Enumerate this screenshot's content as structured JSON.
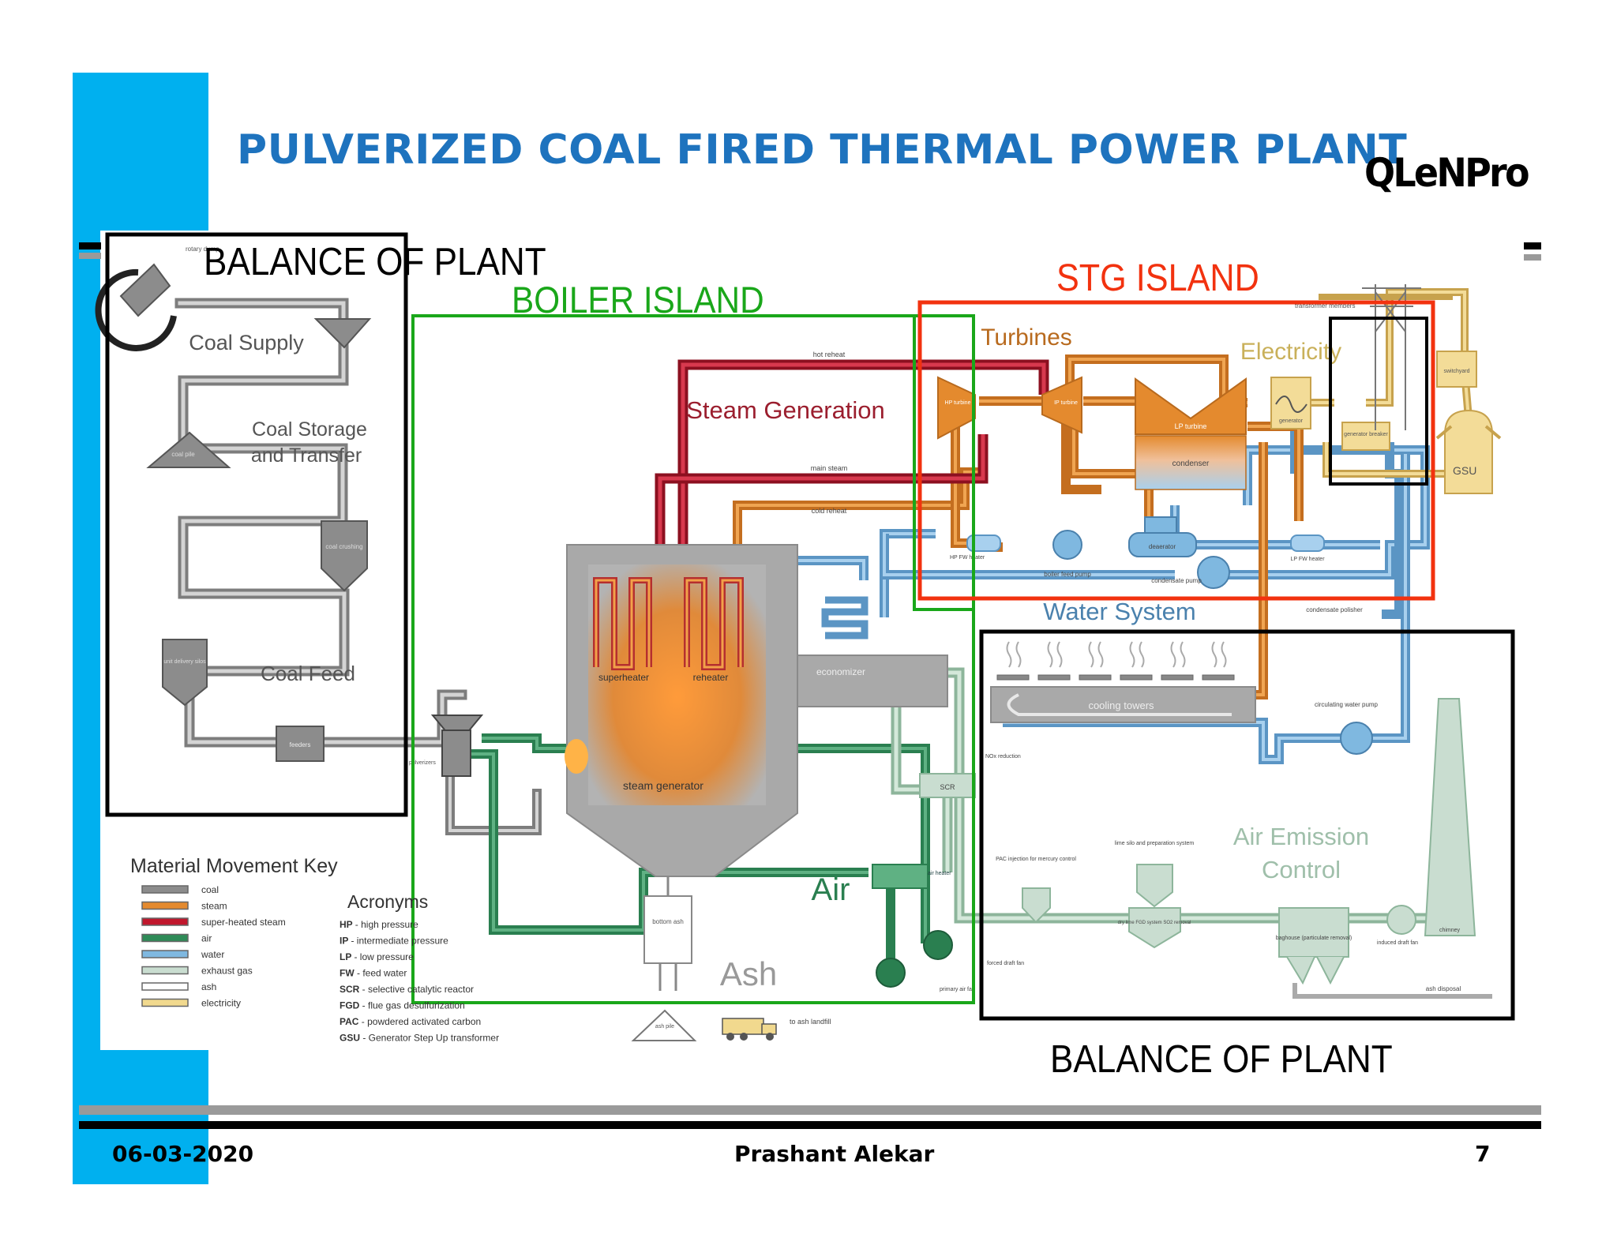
{
  "slide": {
    "title": "PULVERIZED COAL FIRED THERMAL POWER PLANT",
    "logo": "QLeNPro",
    "date": "06-03-2020",
    "author": "Prashant Alekar",
    "page_number": "7"
  },
  "regions": {
    "balance_of_plant_top": "BALANCE OF PLANT",
    "boiler_island": "BOILER ISLAND",
    "stg_island": "STG ISLAND",
    "balance_of_plant_bottom": "BALANCE OF PLANT"
  },
  "region_colors": {
    "black": "#000000",
    "green": "#1aa71a",
    "red": "#f2320f",
    "blue": "#00b0ef"
  },
  "sections": {
    "coal_supply": "Coal Supply",
    "coal_storage_1": "Coal Storage",
    "coal_storage_2": "and Transfer",
    "coal_feed": "Coal Feed",
    "steam_generation": "Steam Generation",
    "turbines": "Turbines",
    "electricity": "Electricity",
    "water_system": "Water System",
    "air_emission_1": "Air Emission",
    "air_emission_2": "Control",
    "air": "Air",
    "ash": "Ash"
  },
  "components": {
    "rotary_dump": "rotary dump",
    "coal_pile": "coal pile",
    "coal_crushing": "coal crushing",
    "unit_delivery_silos": "unit delivery silos",
    "feeders": "feeders",
    "pulverizers": "pulverizers",
    "hot_reheat": "hot reheat",
    "main_steam": "main steam",
    "cold_reheat": "cold reheat",
    "superheater": "superheater",
    "reheater": "reheater",
    "economizer": "economizer",
    "steam_generator": "steam generator",
    "hp_turbine": "HP turbine",
    "ip_turbine": "IP turbine",
    "lp_turbine": "LP turbine",
    "condenser": "condenser",
    "generator": "generator",
    "generator_breaker": "generator breaker",
    "transformer_members": "transformer members",
    "switchyard": "switchyard",
    "gsu": "GSU",
    "hp_fw_heater": "HP FW heater",
    "boiler_feed_pump": "boiler feed pump",
    "deaerator": "deaerator",
    "condensate_pump": "condensate pump",
    "lp_fw_heater": "LP FW heater",
    "condensate_polisher": "condensate polisher",
    "cooling_towers": "cooling towers",
    "circulating_water_pump": "circulating water pump",
    "nox_reduction": "NOx reduction",
    "scr": "SCR",
    "air_heater": "air heater",
    "pac_injection": "PAC injection for mercury control",
    "lime_silo": "lime silo and preparation system",
    "dry_lime": "dry lime FGD system SO2 removal",
    "baghouse": "baghouse (particulate removal)",
    "induced_draft_fan": "induced draft fan",
    "chimney": "chimney",
    "ash_disposal": "ash disposal",
    "forced_draft_fan": "forced draft fan",
    "primary_air_fan": "primary air fan",
    "bottom_ash": "bottom ash",
    "ash_pile": "ash pile",
    "to_ash_landfill": "to ash landfill"
  },
  "key": {
    "title": "Material Movement Key",
    "items": [
      {
        "label": "coal",
        "color": "#8c8c8c"
      },
      {
        "label": "steam",
        "color": "#e48a2e"
      },
      {
        "label": "super-heated steam",
        "color": "#c0172c"
      },
      {
        "label": "air",
        "color": "#2e8b57"
      },
      {
        "label": "water",
        "color": "#7fb8e0"
      },
      {
        "label": "exhaust gas",
        "color": "#c9ddd0"
      },
      {
        "label": "ash",
        "color": "#ffffff"
      },
      {
        "label": "electricity",
        "color": "#f1d98e"
      }
    ]
  },
  "acronyms": {
    "title": "Acronyms",
    "items": [
      {
        "abbr": "HP",
        "text": "- high pressure"
      },
      {
        "abbr": "IP",
        "text": "- intermediate pressure"
      },
      {
        "abbr": "LP",
        "text": "- low pressure"
      },
      {
        "abbr": "FW",
        "text": "- feed water"
      },
      {
        "abbr": "SCR",
        "text": "- selective catalytic reactor"
      },
      {
        "abbr": "FGD",
        "text": "- flue gas desulfurization"
      },
      {
        "abbr": "PAC",
        "text": "- powdered activated carbon"
      },
      {
        "abbr": "GSU",
        "text": "- Generator Step Up transformer"
      }
    ]
  }
}
